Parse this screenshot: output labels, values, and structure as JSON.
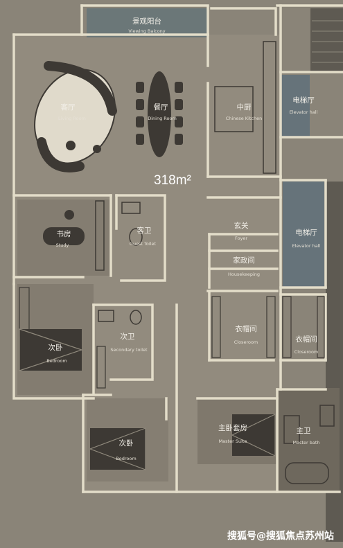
{
  "area": "318m²",
  "rooms": {
    "balcony": {
      "zh": "景观阳台",
      "en": "Viewing Balcony"
    },
    "living": {
      "zh": "客厅",
      "en": "Living Room"
    },
    "dining": {
      "zh": "餐厅",
      "en": "Dining Room"
    },
    "kitchen": {
      "zh": "中厨",
      "en": "Chinese Kitchen"
    },
    "elevator_top": {
      "zh": "电梯厅",
      "en": "Elevator hall"
    },
    "elevator_mid": {
      "zh": "电梯厅",
      "en": "Elevator hall"
    },
    "study": {
      "zh": "书房",
      "en": "Study"
    },
    "guest_toilet": {
      "zh": "客卫",
      "en": "Guest Toilet"
    },
    "foyer": {
      "zh": "玄关",
      "en": "Foyer"
    },
    "housekeeping": {
      "zh": "家政间",
      "en": "Housekeeping"
    },
    "bedroom_left": {
      "zh": "次卧",
      "en": "Bedroom"
    },
    "sec_toilet": {
      "zh": "次卫",
      "en": "Secondary toilet"
    },
    "closet1": {
      "zh": "衣帽间",
      "en": "Closeroom"
    },
    "closet2": {
      "zh": "衣帽间",
      "en": "Closeroom"
    },
    "bedroom_bottom": {
      "zh": "次卧",
      "en": "Bedroom"
    },
    "master": {
      "zh": "主卧套房",
      "en": "Master Suite"
    },
    "master_bath": {
      "zh": "主卫",
      "en": "Master bath"
    }
  },
  "watermark": "搜狐号@搜狐焦点苏州站",
  "colors": {
    "background": "#8a8478",
    "floor": "#8f897c",
    "wall": "#e3ddc9",
    "highlight": "#5f6b70",
    "furniture": "#3d3934"
  }
}
